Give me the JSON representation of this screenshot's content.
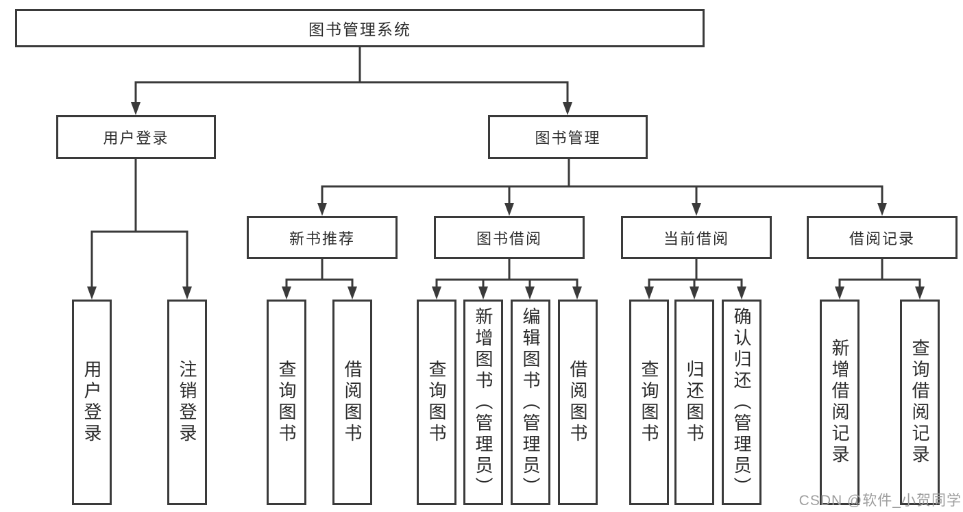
{
  "tree": {
    "label": "图书管理系统",
    "children": [
      {
        "label": "用户登录",
        "children": [
          {
            "label": "用户登录"
          },
          {
            "label": "注销登录"
          }
        ]
      },
      {
        "label": "图书管理",
        "children": [
          {
            "label": "新书推荐",
            "children": [
              {
                "label": "查询图书"
              },
              {
                "label": "借阅图书"
              }
            ]
          },
          {
            "label": "图书借阅",
            "children": [
              {
                "label": "查询图书"
              },
              {
                "label": "新增图书（管理员）"
              },
              {
                "label": "编辑图书（管理员）"
              },
              {
                "label": "借阅图书"
              }
            ]
          },
          {
            "label": "当前借阅",
            "children": [
              {
                "label": "查询图书"
              },
              {
                "label": "归还图书"
              },
              {
                "label": "确认归还（管理员）"
              }
            ]
          },
          {
            "label": "借阅记录",
            "children": [
              {
                "label": "新增借阅记录"
              },
              {
                "label": "查询借阅记录"
              }
            ]
          }
        ]
      }
    ]
  },
  "watermark": {
    "text": "CSDN @软件_小贺同学"
  },
  "colors": {
    "line": "#3a3a3a",
    "border": "#3a3a3a",
    "text": "#2b2b2b",
    "background": "#ffffff",
    "watermark": "#9e9e9e"
  }
}
